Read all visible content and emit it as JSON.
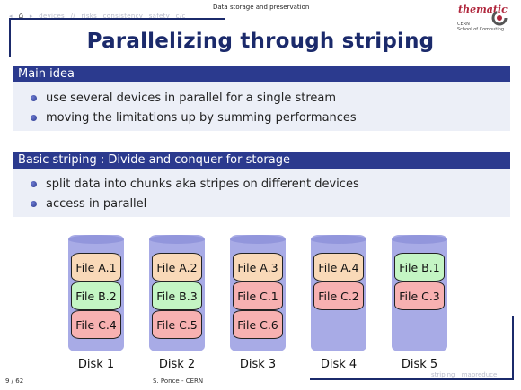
{
  "header": {
    "nav_items": [
      "devices",
      "//",
      "risks",
      "consistency",
      "safety",
      "c/c"
    ],
    "section": "Data storage and preservation",
    "logo": {
      "word": "thematic",
      "lines": [
        "CERN",
        "School of Computing"
      ]
    }
  },
  "title": "Parallelizing through striping",
  "blocks": [
    {
      "heading": "Main idea",
      "items": [
        "use several devices in parallel for a single stream",
        "moving the limitations up by summing performances"
      ]
    },
    {
      "heading": "Basic striping : Divide and conquer for storage",
      "items": [
        "split data into chunks aka stripes on different devices",
        "access in parallel"
      ]
    }
  ],
  "disks": [
    {
      "label": "Disk 1",
      "chunks": [
        {
          "text": "File A.1",
          "file": "A"
        },
        {
          "text": "File B.2",
          "file": "B"
        },
        {
          "text": "File C.4",
          "file": "C"
        }
      ]
    },
    {
      "label": "Disk 2",
      "chunks": [
        {
          "text": "File A.2",
          "file": "A"
        },
        {
          "text": "File B.3",
          "file": "B"
        },
        {
          "text": "File C.5",
          "file": "C"
        }
      ]
    },
    {
      "label": "Disk 3",
      "chunks": [
        {
          "text": "File A.3",
          "file": "A"
        },
        {
          "text": "File C.1",
          "file": "C"
        },
        {
          "text": "File C.6",
          "file": "C"
        }
      ]
    },
    {
      "label": "Disk 4",
      "chunks": [
        {
          "text": "File A.4",
          "file": "A"
        },
        {
          "text": "File C.2",
          "file": "C"
        }
      ]
    },
    {
      "label": "Disk 5",
      "chunks": [
        {
          "text": "File B.1",
          "file": "B"
        },
        {
          "text": "File C.3",
          "file": "C"
        }
      ]
    }
  ],
  "footer": {
    "page": "9 / 62",
    "author": "S. Ponce - CERN",
    "tags": [
      "striping",
      "mapreduce"
    ]
  },
  "colors": {
    "title": "#1b2a6b",
    "block_header": "#2b3a8e",
    "disk": "#a8abe6",
    "file_a": "#f9d9b8",
    "file_b": "#c4f5c4",
    "file_c": "#f7b1b1"
  }
}
